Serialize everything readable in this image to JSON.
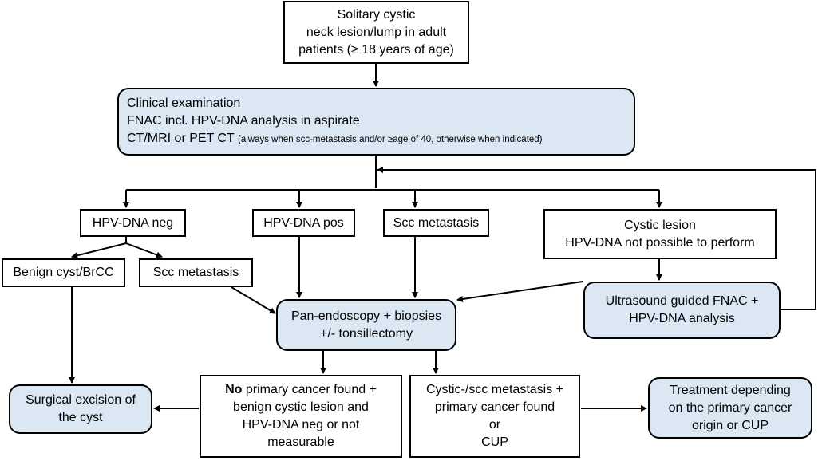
{
  "start": {
    "line1": "Solitary cystic",
    "line2": "neck lesion/lump in adult",
    "line3": "patients (≥ 18 years of age)"
  },
  "clinical": {
    "line1": "Clinical examination",
    "line2": "FNAC incl. HPV-DNA analysis in aspirate",
    "line3_main": "CT/MRI or PET CT",
    "line3_note": "(always when scc-metastasis and/or ≥age of 40, otherwise when indicated)"
  },
  "hpv_neg": "HPV-DNA neg",
  "hpv_pos": "HPV-DNA pos",
  "scc_metastasis_top": "Scc metastasis",
  "cystic_lesion": {
    "line1": "Cystic lesion",
    "line2": "HPV-DNA not possible to perform"
  },
  "benign_cyst": "Benign cyst/BrCC",
  "scc_metastasis_left": "Scc metastasis",
  "pan_endoscopy": {
    "line1": "Pan-endoscopy + biopsies",
    "line2": "+/- tonsillectomy"
  },
  "ultrasound": {
    "line1": "Ultrasound guided FNAC +",
    "line2": "HPV-DNA analysis"
  },
  "surgical": {
    "line1": "Surgical excision of",
    "line2": "the cyst"
  },
  "no_primary": {
    "bold": "No",
    "line1_rest": " primary cancer found +",
    "line2": "benign cystic lesion and",
    "line3": "HPV-DNA neg or not",
    "line4": "measurable"
  },
  "primary_found": {
    "line1": "Cystic-/scc metastasis +",
    "line2": "primary cancer found",
    "line3": "or",
    "line4": "CUP"
  },
  "treatment": {
    "line1": "Treatment depending",
    "line2": "on the primary cancer",
    "line3": "origin or CUP"
  }
}
